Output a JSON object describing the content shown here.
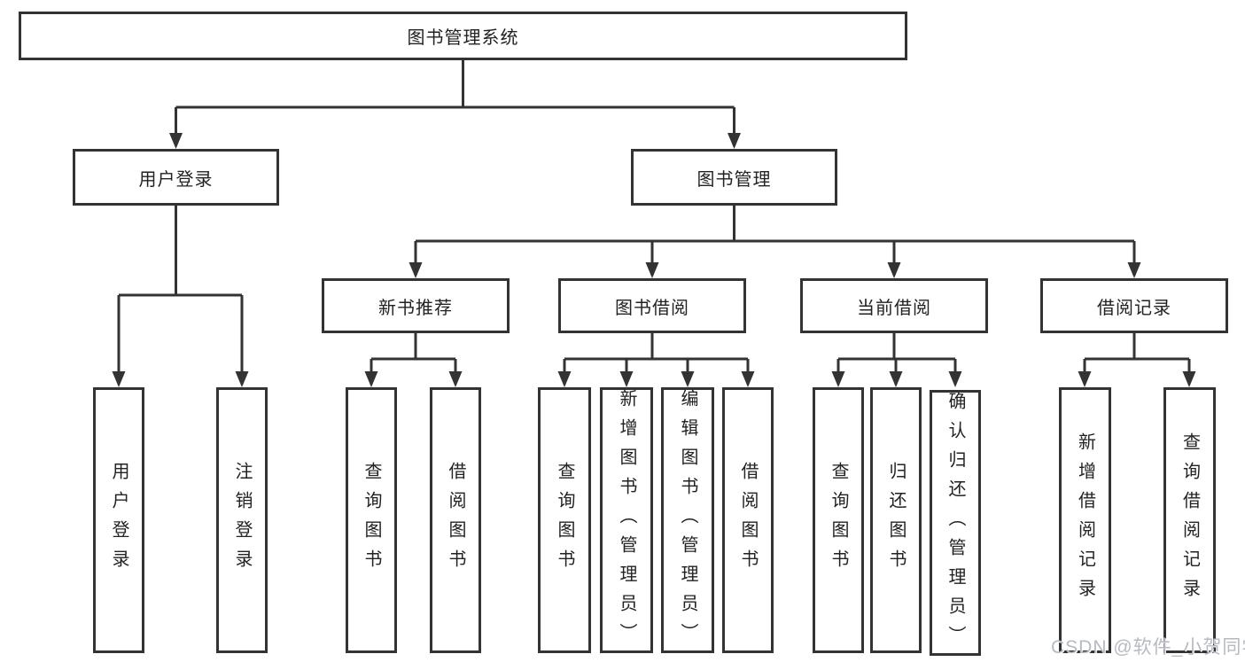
{
  "tree": {
    "root": {
      "label": "图书管理系统"
    },
    "level2": [
      {
        "label": "用户登录"
      },
      {
        "label": "图书管理"
      }
    ],
    "level3": [
      {
        "label": "新书推荐"
      },
      {
        "label": "图书借阅"
      },
      {
        "label": "当前借阅"
      },
      {
        "label": "借阅记录"
      }
    ],
    "leaves": {
      "user_login": [
        {
          "label": "用户登录"
        },
        {
          "label": "注销登录"
        }
      ],
      "new_book_recommend": [
        {
          "label": "查询图书"
        },
        {
          "label": "借阅图书"
        }
      ],
      "book_borrow": [
        {
          "label": "查询图书"
        },
        {
          "label": "新增图书（管理员）"
        },
        {
          "label": "编辑图书（管理员）"
        },
        {
          "label": "借阅图书"
        }
      ],
      "current_borrow": [
        {
          "label": "查询图书"
        },
        {
          "label": "归还图书"
        },
        {
          "label": "确认归还（管理员）"
        }
      ],
      "borrow_record": [
        {
          "label": "新增借阅记录"
        },
        {
          "label": "查询借阅记录"
        }
      ]
    }
  },
  "watermark": {
    "text": "CSDN @软件_小贺同学"
  },
  "colors": {
    "line": "#333333",
    "text": "#222222",
    "watermark": "#b6bac1",
    "background": "#ffffff"
  }
}
